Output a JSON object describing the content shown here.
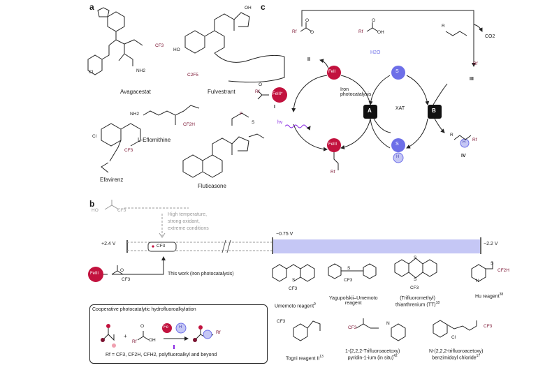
{
  "panels": {
    "a": "a",
    "b": "b",
    "c": "c"
  },
  "drugs": {
    "avagacestat": "Avagacestat",
    "fulvestrant": "Fulvestrant",
    "eflornithine": "L-Eflornithine",
    "efavirenz": "Efavirenz",
    "fluticasone": "Fluticasone"
  },
  "atoms": {
    "cf3": "CF3",
    "c2f5": "C2F5",
    "cf2h": "CF2H",
    "cl": "Cl",
    "nh2": "NH2",
    "ho": "HO",
    "oh": "OH",
    "o": "O",
    "f": "F",
    "s": "S",
    "n": "N",
    "h": "H",
    "rf": "Rf"
  },
  "cycle": {
    "co2": "CO2",
    "h2o": "H2O",
    "roman_ii": "II",
    "roman_iii": "III",
    "roman_i": "I",
    "roman_iv": "IV",
    "iron_photocatalysis": "Iron\nphotocatalysis",
    "xat": "XAT",
    "node_a": "A",
    "node_b": "B",
    "fe_ii": "FeII",
    "fe_iii_star": "FeIII*",
    "fe_iii": "FeIII",
    "s_radical": "S",
    "hv": "hν",
    "r": "R",
    "rf_radical": "Rf"
  },
  "scale": {
    "left_value": "+2.4 V",
    "mid_value": "−0.75 V",
    "right_value": "−2.2 V",
    "conditions": "High temperature,\nstrong oxidant,\nextreme conditions",
    "radical_label": "CF3",
    "this_work": "This work (iron photocatalysis)",
    "fe_label": "FeIII"
  },
  "reagents": [
    {
      "name": "Umemoto reagent",
      "ref": "9"
    },
    {
      "name": "Yagupolskii–Umemoto\nreagent",
      "ref": ""
    },
    {
      "name": "(Trifluoromethyl)\nthianthrenium (TT)",
      "ref": "18"
    },
    {
      "name": "Hu reagent",
      "ref": "38"
    },
    {
      "name": "Togni reagent II",
      "ref": "13"
    },
    {
      "name": "1-(2,2,2-Trifluoroacetoxy)\npyridin-1-ium (in situ)",
      "ref": "42"
    },
    {
      "name": "N-(2,2,2-trifluoroacetoxy)\nbenzimidoyl chloride",
      "ref": "17"
    }
  ],
  "callout": {
    "title": "Cooperative photocatalytic hydrofluoroalkylation",
    "plus": "+",
    "fe": "Fe",
    "hat": "H",
    "scope": "Rf = CF3, CF2H, CFH2, polyfluoroalkyl and beyond"
  },
  "colors": {
    "crimson": "#c2123e",
    "violet": "#6d6fe8",
    "lavender": "#c5c7f5",
    "maroon": "#7a1230"
  }
}
